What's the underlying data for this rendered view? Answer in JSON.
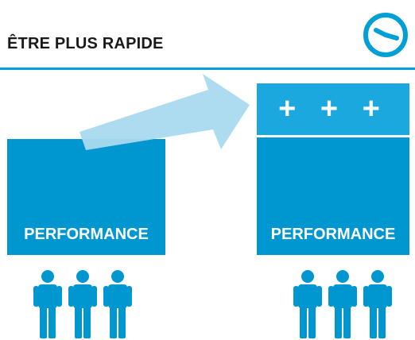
{
  "header": {
    "title": "ÊTRE PLUS RAPIDE",
    "icon": "clock-icon",
    "rule_color": "#00a0d6"
  },
  "left_block": {
    "label": "PERFORMANCE",
    "color": "#0096cf",
    "people_icon": "people-group-icon"
  },
  "right_block": {
    "extra": "+ + +",
    "label": "PERFORMANCE",
    "extra_color": "#1aa8de",
    "color": "#0096cf",
    "people_icon": "people-group-icon"
  },
  "arrow": {
    "icon": "up-right-arrow-icon",
    "color": "#a9d9ef"
  }
}
